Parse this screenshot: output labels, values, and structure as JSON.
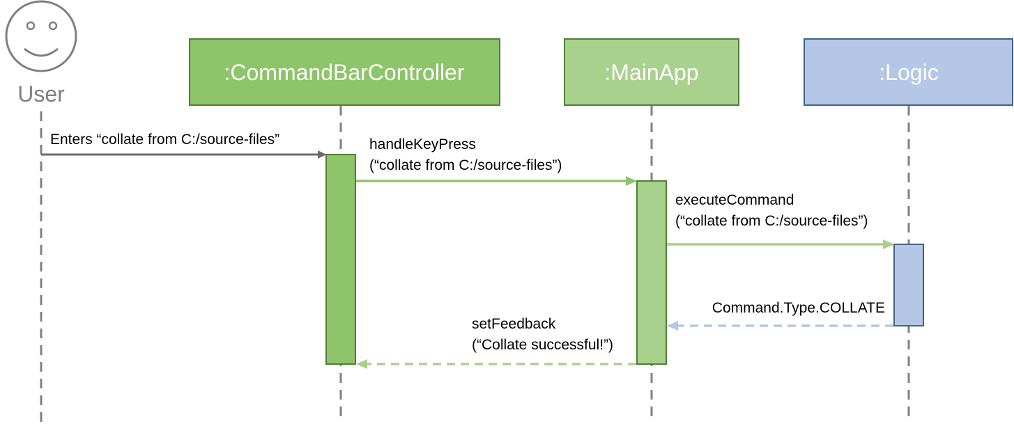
{
  "actor": {
    "label": "User"
  },
  "participants": [
    {
      "id": "cbc",
      "label": ":CommandBarController",
      "fill": "#8ec46a",
      "stroke": "#4f7f33",
      "text_color": "#ffffff"
    },
    {
      "id": "main",
      "label": ":MainApp",
      "fill": "#a9d18e",
      "stroke": "#4f7f33",
      "text_color": "#ffffff"
    },
    {
      "id": "logic",
      "label": ":Logic",
      "fill": "#b4c7e7",
      "stroke": "#41618a",
      "text_color": "#ffffff"
    }
  ],
  "messages": [
    {
      "id": "enters",
      "line1": "Enters “collate from C:/source-files”",
      "line2": "",
      "style": "solid",
      "color": "#6b6b6b"
    },
    {
      "id": "handle",
      "line1": "handleKeyPress",
      "line2": "(“collate from C:/source-files”)",
      "style": "solid",
      "color": "#8ec46a"
    },
    {
      "id": "execute",
      "line1": "executeCommand",
      "line2": "(“collate from C:/source-files”)",
      "style": "solid",
      "color": "#a9d18e"
    },
    {
      "id": "return_logic",
      "line1": "Command.Type.COLLATE",
      "line2": "",
      "style": "dashed",
      "color": "#b4c7e7"
    },
    {
      "id": "feedback",
      "line1": "setFeedback",
      "line2": "(“Collate successful!”)",
      "style": "dashed",
      "color": "#a9d18e"
    }
  ],
  "colors": {
    "lifeline": "#808080",
    "actor": "#7f7f7f",
    "label_text": "#000000"
  }
}
